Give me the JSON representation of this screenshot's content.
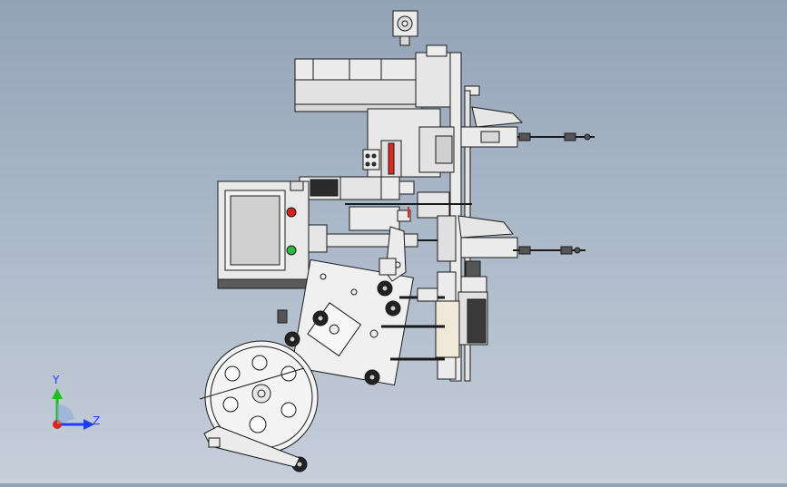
{
  "scene": {
    "view": "cad-3d-assembly-front-view",
    "background_top": "#93a3b7",
    "background_bottom": "#c6cfda",
    "line_color": "#1a1a1a",
    "part_fill": "#ececec",
    "shadow_fill": "#c8c8c8"
  },
  "triad": {
    "y_label": "Y",
    "z_label": "Z",
    "y_color": "#1fbf1f",
    "z_color": "#1e3cff",
    "x_color": "#e0201a"
  },
  "control_panel": {
    "screen_fill": "#d0d0d0",
    "stop_button_color": "#d81e1e",
    "start_button_color": "#22c03c"
  },
  "parts": {
    "sensor_accent_color": "#e0281e",
    "motor_color": "#3a3a3a"
  }
}
